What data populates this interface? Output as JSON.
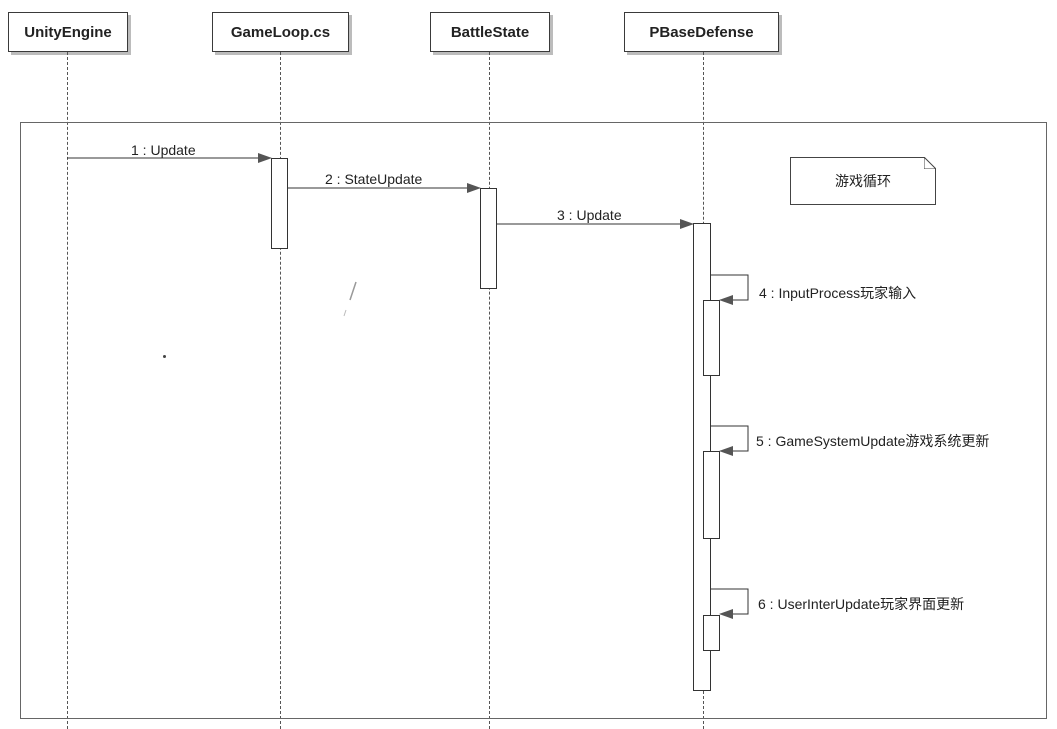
{
  "lifelines": [
    {
      "key": "unity",
      "name": "UnityEngine"
    },
    {
      "key": "gameloop",
      "name": "GameLoop.cs"
    },
    {
      "key": "battle",
      "name": "BattleState"
    },
    {
      "key": "pbase",
      "name": "PBaseDefense"
    }
  ],
  "note": {
    "text": "游戏循环"
  },
  "messages": [
    {
      "label": "1 : Update",
      "from": "UnityEngine",
      "to": "GameLoop.cs"
    },
    {
      "label": "2 : StateUpdate",
      "from": "GameLoop.cs",
      "to": "BattleState"
    },
    {
      "label": "3 : Update",
      "from": "BattleState",
      "to": "PBaseDefense"
    },
    {
      "label": "4 : InputProcess玩家输入",
      "from": "PBaseDefense",
      "to": "PBaseDefense"
    },
    {
      "label": "5 : GameSystemUpdate游戏系统更新",
      "from": "PBaseDefense",
      "to": "PBaseDefense"
    },
    {
      "label": "6 : UserInterUpdate玩家界面更新",
      "from": "PBaseDefense",
      "to": "PBaseDefense"
    }
  ]
}
